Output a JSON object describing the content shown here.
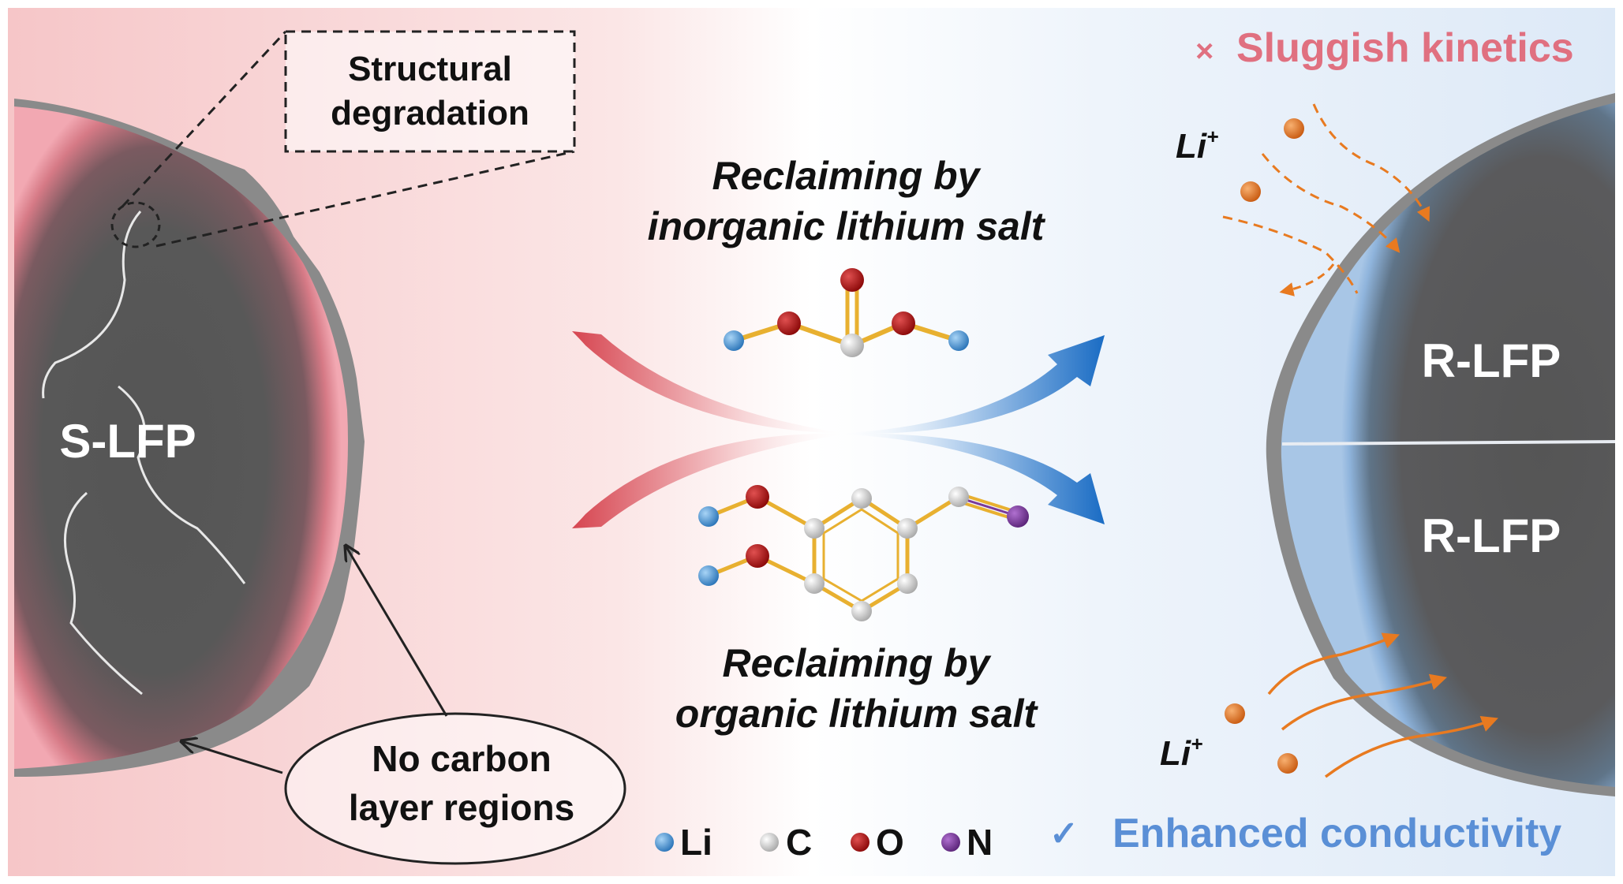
{
  "left_particle": {
    "label": "S-LFP",
    "callout_top": "Structural degradation",
    "callout_top_lines": [
      "Structural",
      "degradation"
    ],
    "callout_bottom": "No carbon layer regions",
    "callout_bottom_lines": [
      "No carbon",
      "layer regions"
    ]
  },
  "center": {
    "top_route": "Reclaiming by inorganic lithium salt",
    "top_route_lines": [
      "Reclaiming by",
      "inorganic lithium salt"
    ],
    "bottom_route": "Reclaiming by organic lithium salt",
    "bottom_route_lines": [
      "Reclaiming by",
      "organic lithium salt"
    ]
  },
  "legend": {
    "items": [
      {
        "symbol": "Li",
        "color": "#3a86c8"
      },
      {
        "symbol": "C",
        "color": "#e4e4e4"
      },
      {
        "symbol": "O",
        "color": "#b01010"
      },
      {
        "symbol": "N",
        "color": "#7a3a9a"
      }
    ]
  },
  "right_particle": {
    "label_top": "R-LFP",
    "label_bottom": "R-LFP",
    "ion_label_top": "Li",
    "ion_label_top_sup": "+",
    "ion_label_bottom": "Li",
    "ion_label_bottom_sup": "+",
    "status_bad_mark": "×",
    "status_bad": "Sluggish kinetics",
    "status_good_mark": "✓",
    "status_good": "Enhanced conductivity"
  },
  "colors": {
    "bad": "#e07080",
    "good": "#5a8fd6",
    "ion": "#e87a20",
    "red_arrow": "#d64550",
    "blue_arrow": "#1a6cc4"
  }
}
